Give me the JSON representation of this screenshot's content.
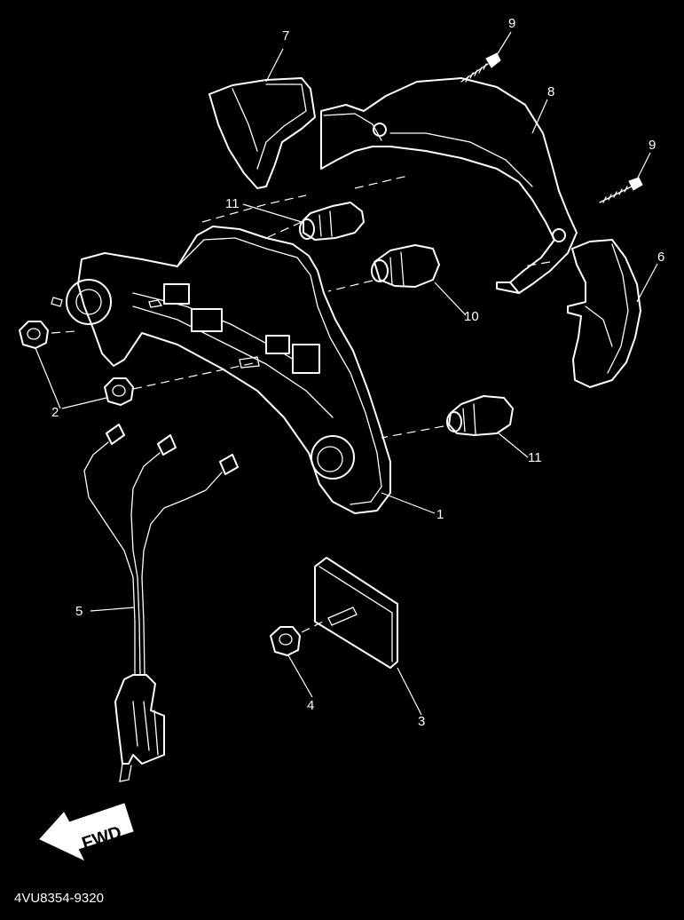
{
  "callouts": [
    {
      "id": "1",
      "label": "1"
    },
    {
      "id": "2",
      "label": "2"
    },
    {
      "id": "3",
      "label": "3"
    },
    {
      "id": "4",
      "label": "4"
    },
    {
      "id": "5",
      "label": "5"
    },
    {
      "id": "6",
      "label": "6"
    },
    {
      "id": "7",
      "label": "7"
    },
    {
      "id": "8",
      "label": "8"
    },
    {
      "id": "9a",
      "label": "9"
    },
    {
      "id": "9b",
      "label": "9"
    },
    {
      "id": "10",
      "label": "10"
    },
    {
      "id": "11a",
      "label": "11"
    },
    {
      "id": "11b",
      "label": "11"
    }
  ],
  "fwd_label": "FWD",
  "part_code": "4VU8354-9320"
}
